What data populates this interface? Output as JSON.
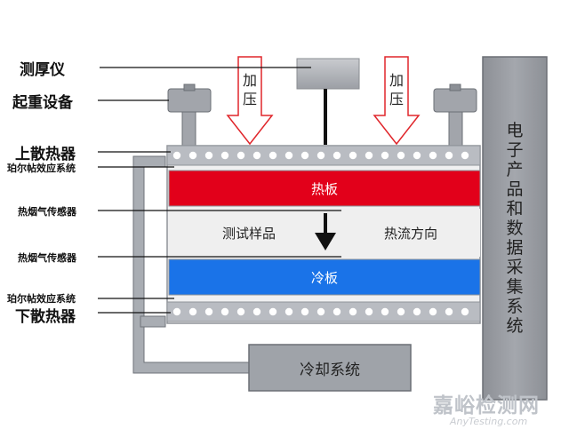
{
  "left_labels": {
    "thickness_gauge": "测厚仪",
    "lifting_device": "起重设备",
    "upper_radiator": "上散热器",
    "peltier_top": "珀尔帖效应系统",
    "smoke_sensor_top": "热烟气传感器",
    "smoke_sensor_bottom": "热烟气传感器",
    "peltier_bottom": "珀尔帖效应系统",
    "lower_radiator": "下散热器"
  },
  "center": {
    "hot_plate": "热板",
    "test_sample": "测试样品",
    "heat_flow": "热流方向",
    "cold_plate": "冷板"
  },
  "pressure": {
    "line1": "加",
    "line2": "压"
  },
  "electronics": [
    "电",
    "子",
    "产",
    "品",
    "和",
    "数",
    "据",
    "采",
    "集",
    "系",
    "统"
  ],
  "cooling_system": "冷却系统",
  "watermark": {
    "cn": "嘉峪检测网",
    "en": "AnyTesting.com"
  },
  "colors": {
    "hot_plate": "#e2001a",
    "cold_plate": "#1a73e8",
    "radiator": "#b9bcc2",
    "pressure_arrow": "#e0262b",
    "frame": "#8f9399"
  }
}
